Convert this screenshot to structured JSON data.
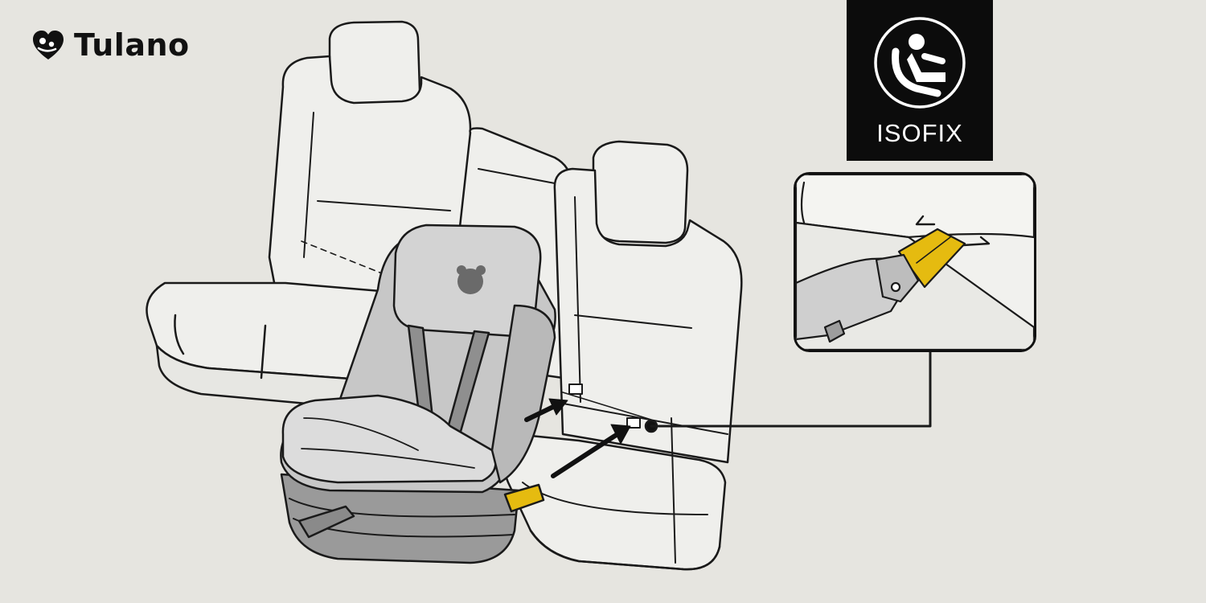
{
  "brand": {
    "name": "Tulano",
    "logo_icon": "parent-child-heart-logo-icon"
  },
  "badge": {
    "label": "ISOFIX",
    "icon": "child-seat-circle-icon"
  },
  "colors": {
    "background": "#e6e5e0",
    "accent_yellow": "#e5bb10",
    "outline": "#1a1a1a",
    "seat_fill": "#efefec",
    "child_seat_fill": "#c9c9c9",
    "child_seat_dark": "#8f8f8f",
    "badge_bg": "#0c0c0c"
  },
  "illustration": {
    "car_bench": "rear-bench-seat-with-headrests",
    "child_seat": "isofix-child-car-seat",
    "arrows": "insertion-arrows-to-anchor-points",
    "inset": "isofix-connector-latching-anchor-closeup"
  }
}
